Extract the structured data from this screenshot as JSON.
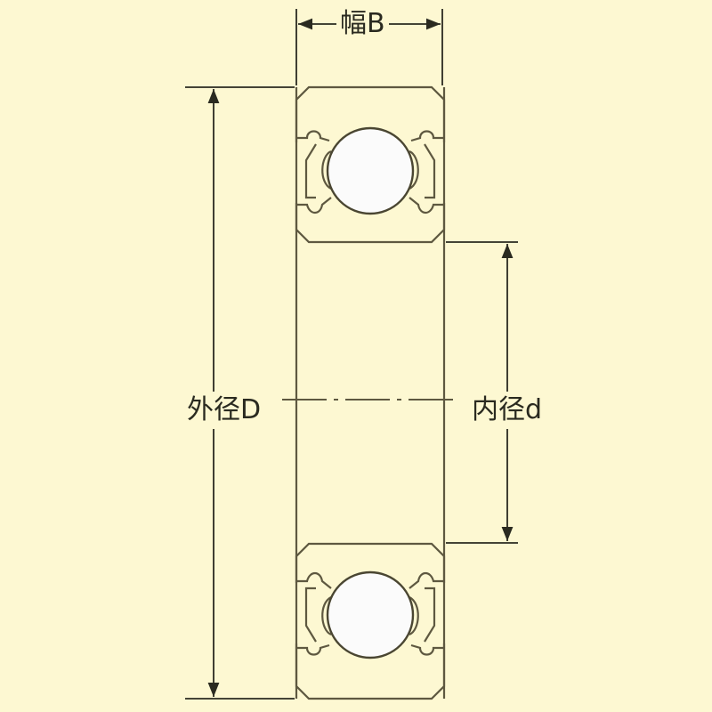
{
  "labels": {
    "width": "幅B",
    "outer_diameter": "外径D",
    "inner_diameter": "内径d"
  },
  "colors": {
    "background": "#fdf8d2",
    "line": "#5e5840",
    "ball": "#fbfbfb"
  },
  "parts": [
    "outer-ring",
    "inner-ring",
    "ball",
    "shield",
    "center-line"
  ]
}
